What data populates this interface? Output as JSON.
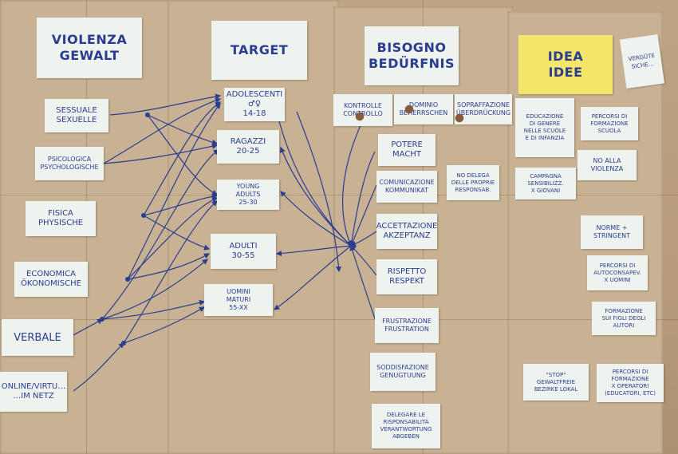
{
  "headers": {
    "violenza": "VIOLENZA\nGEWALT",
    "target": "TARGET",
    "bisogno": "BISOGNO\nBEDÜRFNIS",
    "idea": "IDEA\nIDEE"
  },
  "violenza_cards": [
    "SESSUALE\nSEXUELLE",
    "PSICOLOGICA\nPSYCHOLOGISCHE",
    "FISICA\nPHYSISCHE",
    "ECONOMICA\nÖKONOMISCHE",
    "VERBALE",
    "ONLINE/VIRTU…\n…IM NETZ"
  ],
  "target_cards": [
    "ADOLESCENTI\n♂♀\n14-18",
    "RAGAZZI\n20-25",
    "YOUNG\nADULTS\n25-30",
    "ADULTI\n30-55",
    "UOMINI\nMATURI\n55-XX"
  ],
  "bisogno_top_cards": [
    "KONTROLLE\nCONTROLLO",
    "DOMINIO\nBEHERRSCHEN",
    "SOPRAFFAZIONE\nÜBERDRÜCKUNG"
  ],
  "bisogno_cards": [
    "POTERE\nMACHT",
    "COMUNICAZIONE\nKOMMUNIKAT",
    "ACCETTAZIONE\nAKZEPTANZ",
    "RISPETTO\nRESPEKT",
    "FRUSTRAZIONE\nFRUSTRATION",
    "SODDISFAZIONE\nGENUGTUUNG",
    "DELEGARE LE\nRISPONSABILITÀ\nVERANTWORTUNG\nABGEBEN"
  ],
  "side_note": "NO DELEGA\nDELLE PROPRIE\nRESPONSAB.",
  "idea_cards": [
    "EDUCAZIONE\nDI GENERE\nNELLE SCUOLE\nE DI INFANZIA",
    "PERCORSI DI\nFORMAZIONE\nSCUOLA",
    "NO ALLA\nVIOLENZA",
    "CAMPAGNA\nSENSIBILIZZ.\nX GIOVANI",
    "NORME +\nSTRINGENT",
    "PERCORSI DI\nAUTOCONSAPEV.\nX UOMINI",
    "FORMAZIONE\nSUI FIGLI DEGLI\nAUTORI",
    "\"STOP\"\nGEWALTFREIE\nBEZIRKE   LOKAL",
    "PERCORSI DI\nFORMAZIONE\nX OPERATORI\n(EDUCATORI, ETC)"
  ],
  "corner_note": "VERGÜTE\nSICHE…",
  "colors": {
    "paper": "#c9b293",
    "card": "#eef3ef",
    "ink": "#2a3d8f",
    "yellow": "#f3e66a"
  }
}
